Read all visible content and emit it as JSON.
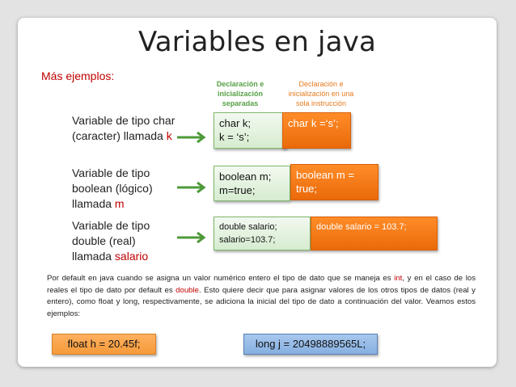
{
  "title": "Variables en java",
  "subtitle": "Más ejemplos:",
  "headers": {
    "separate": "Declaración e inicialización separadas",
    "single": "Declaración e inicialización en una sola instrucción"
  },
  "rows": [
    {
      "label_line1": "Variable de tipo char",
      "label_line2_prefix": "(caracter) llamada ",
      "label_var": "k",
      "green_line1": "char k;",
      "green_line2": "k = ‘s’;",
      "orange_line1": "char k =‘s’;",
      "orange_line2": ""
    },
    {
      "label_line1": "Variable de tipo",
      "label_line2": "boolean (lógico)",
      "label_line3_prefix": "llamada ",
      "label_var": "m",
      "green_line1": "boolean m;",
      "green_line2": "m=true;",
      "orange_line1": "boolean m =",
      "orange_line2": "true;"
    },
    {
      "label_line1": "Variable de tipo",
      "label_line2": "double (real)",
      "label_line3_prefix": "llamada ",
      "label_var": "salario",
      "green_line1": "double salario;",
      "green_line2": "salario=103.7;",
      "orange_line1": "double salario = 103.7;",
      "orange_line2": ""
    }
  ],
  "paragraph": {
    "part1": "Por default en java cuando se asigna un valor numérico entero el tipo de dato que se maneja  es ",
    "int": "int",
    "part2": ", y en el caso de los reales el tipo de dato por default es ",
    "double": "double",
    "part3": ".  Esto quiere decir que para asignar valores de los otros tipos de datos (real y entero), como float y long, respectivamente, se adiciona la inicial del tipo de dato a continuación del valor. Veamos estos ejemplos:"
  },
  "examples": {
    "float": "float  h = 20.45f;",
    "long": "long j = 20498889565L;"
  },
  "colors": {
    "accent_red": "#c00000",
    "green_box": "#d6ecd0",
    "orange_box": "#ea6a0a",
    "arrow_green": "#4e9a3a",
    "float_box": "#f59a3a",
    "long_box": "#86b0e0"
  }
}
